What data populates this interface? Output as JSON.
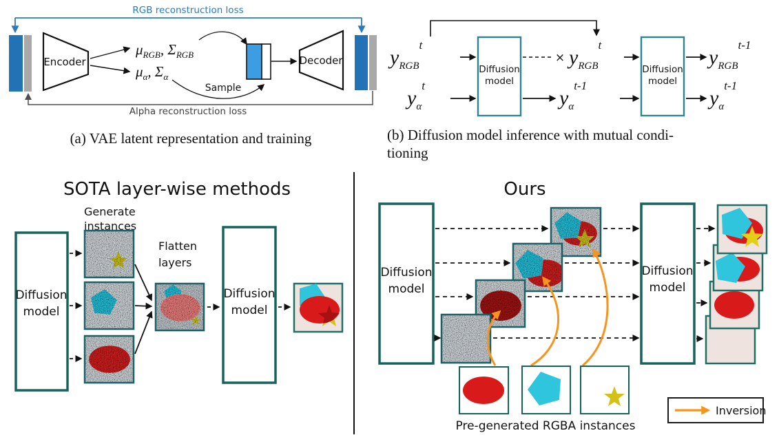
{
  "panel_a": {
    "rgb_loss_label": "RGB reconstruction loss",
    "alpha_loss_label": "Alpha reconstruction loss",
    "encoder_label": "Encoder",
    "decoder_label": "Decoder",
    "sample_label": "Sample",
    "math": {
      "mu": "μ",
      "sigma": "Σ",
      "rgb": "RGB",
      "alpha": "α",
      "comma": ", "
    },
    "caption": "(a) VAE latent representation and training"
  },
  "panel_b": {
    "caption_line1": "(b) Diffusion model inference with mutual condi-",
    "caption_line2": "tioning",
    "box": {
      "line1": "Diffusion",
      "line2": "model"
    },
    "math": {
      "y": "y",
      "rgb": "RGB",
      "alpha": "α",
      "t": "t",
      "t_minus_1": "t-1",
      "times": "×"
    }
  },
  "sota": {
    "title": "SOTA layer-wise methods",
    "generate_label_line1": "Generate",
    "generate_label_line2": "instances",
    "flatten_label_line1": "Flatten",
    "flatten_label_line2": "layers",
    "box": {
      "line1": "Diffusion",
      "line2": "model"
    }
  },
  "ours": {
    "title": "Ours",
    "box": {
      "line1": "Diffusion",
      "line2": "model"
    },
    "pregen_label": "Pre-generated RGBA instances",
    "inversion_label": "Inversion"
  },
  "colors": {
    "loss_blue": "#2c7bb8",
    "bar_blue": "#2272b5",
    "latent_blue": "#3d9de3",
    "bar_gray": "#a9a9a9",
    "teal_border": "#15635c",
    "teal_box_b": "#2e8391",
    "tile_border": "#1c5f66",
    "output_border": "#1f6f66",
    "output_bg": "#efe3df",
    "red": "#d81a1a",
    "cyan": "#2fc5dd",
    "yellow": "#d3c117",
    "olive": "#b5ae16",
    "orange": "#f7941e"
  }
}
